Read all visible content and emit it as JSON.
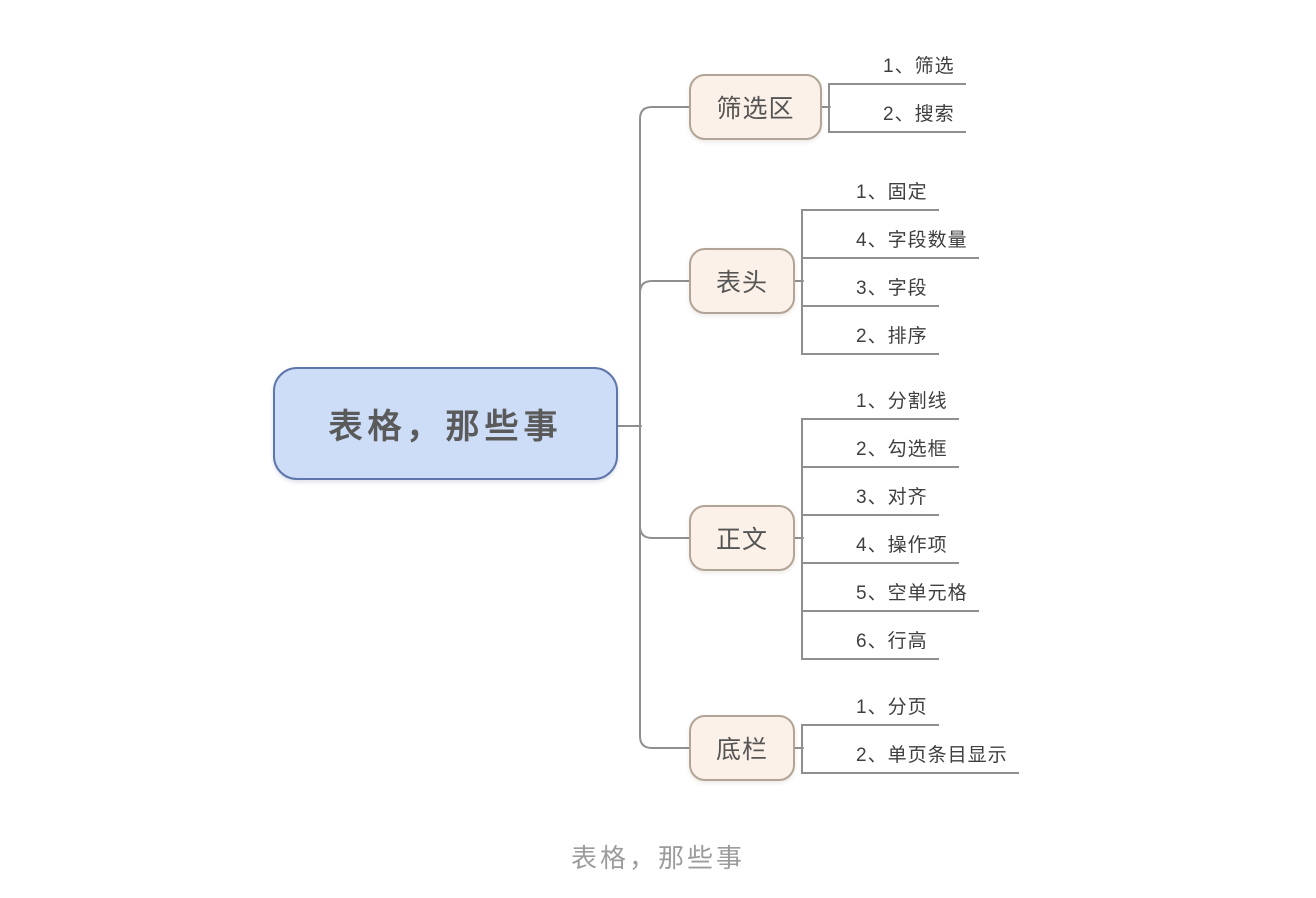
{
  "mindmap": {
    "root": {
      "label": "表格，那些事"
    },
    "branches": [
      {
        "label": "筛选区",
        "children": [
          "1、筛选",
          "2、搜索"
        ]
      },
      {
        "label": "表头",
        "children": [
          "1、固定",
          "4、字段数量",
          "3、字段",
          "2、排序"
        ]
      },
      {
        "label": "正文",
        "children": [
          "1、分割线",
          "2、勾选框",
          "3、对齐",
          "4、操作项",
          "5、空单元格",
          "6、行高"
        ]
      },
      {
        "label": "底栏",
        "children": [
          "1、分页",
          "2、单页条目显示"
        ]
      }
    ]
  },
  "caption": "表格，那些事",
  "colors": {
    "background": "#ffffff",
    "connector_line": "#8f8f8f",
    "root_fill": "#cdddf8",
    "root_border": "#5f76ab",
    "root_text": "#5a5a5a",
    "branch_fill": "#fbf1e8",
    "branch_border": "#b2a496",
    "branch_text": "#555555",
    "leaf_text": "#3f3f3f",
    "caption_text": "#9c9c9c"
  }
}
